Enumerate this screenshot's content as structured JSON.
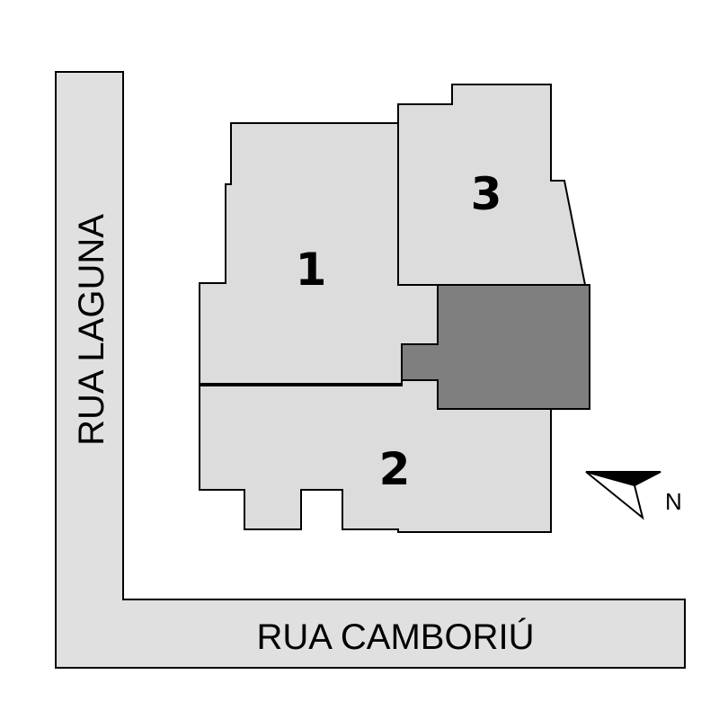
{
  "streets": {
    "west": "RUA LAGUNA",
    "south": "RUA CAMBORIÚ"
  },
  "lots": [
    {
      "id": "lot-1",
      "label": "1"
    },
    {
      "id": "lot-2",
      "label": "2"
    },
    {
      "id": "lot-3",
      "label": "3"
    }
  ],
  "compass": {
    "label": "N",
    "icon": "north-arrow-icon"
  },
  "colors": {
    "street_fill": "#e0e0e0",
    "lot_fill": "#dcdcdc",
    "highlight_fill": "#7f7f7f",
    "outline": "#000000",
    "background": "#ffffff"
  }
}
